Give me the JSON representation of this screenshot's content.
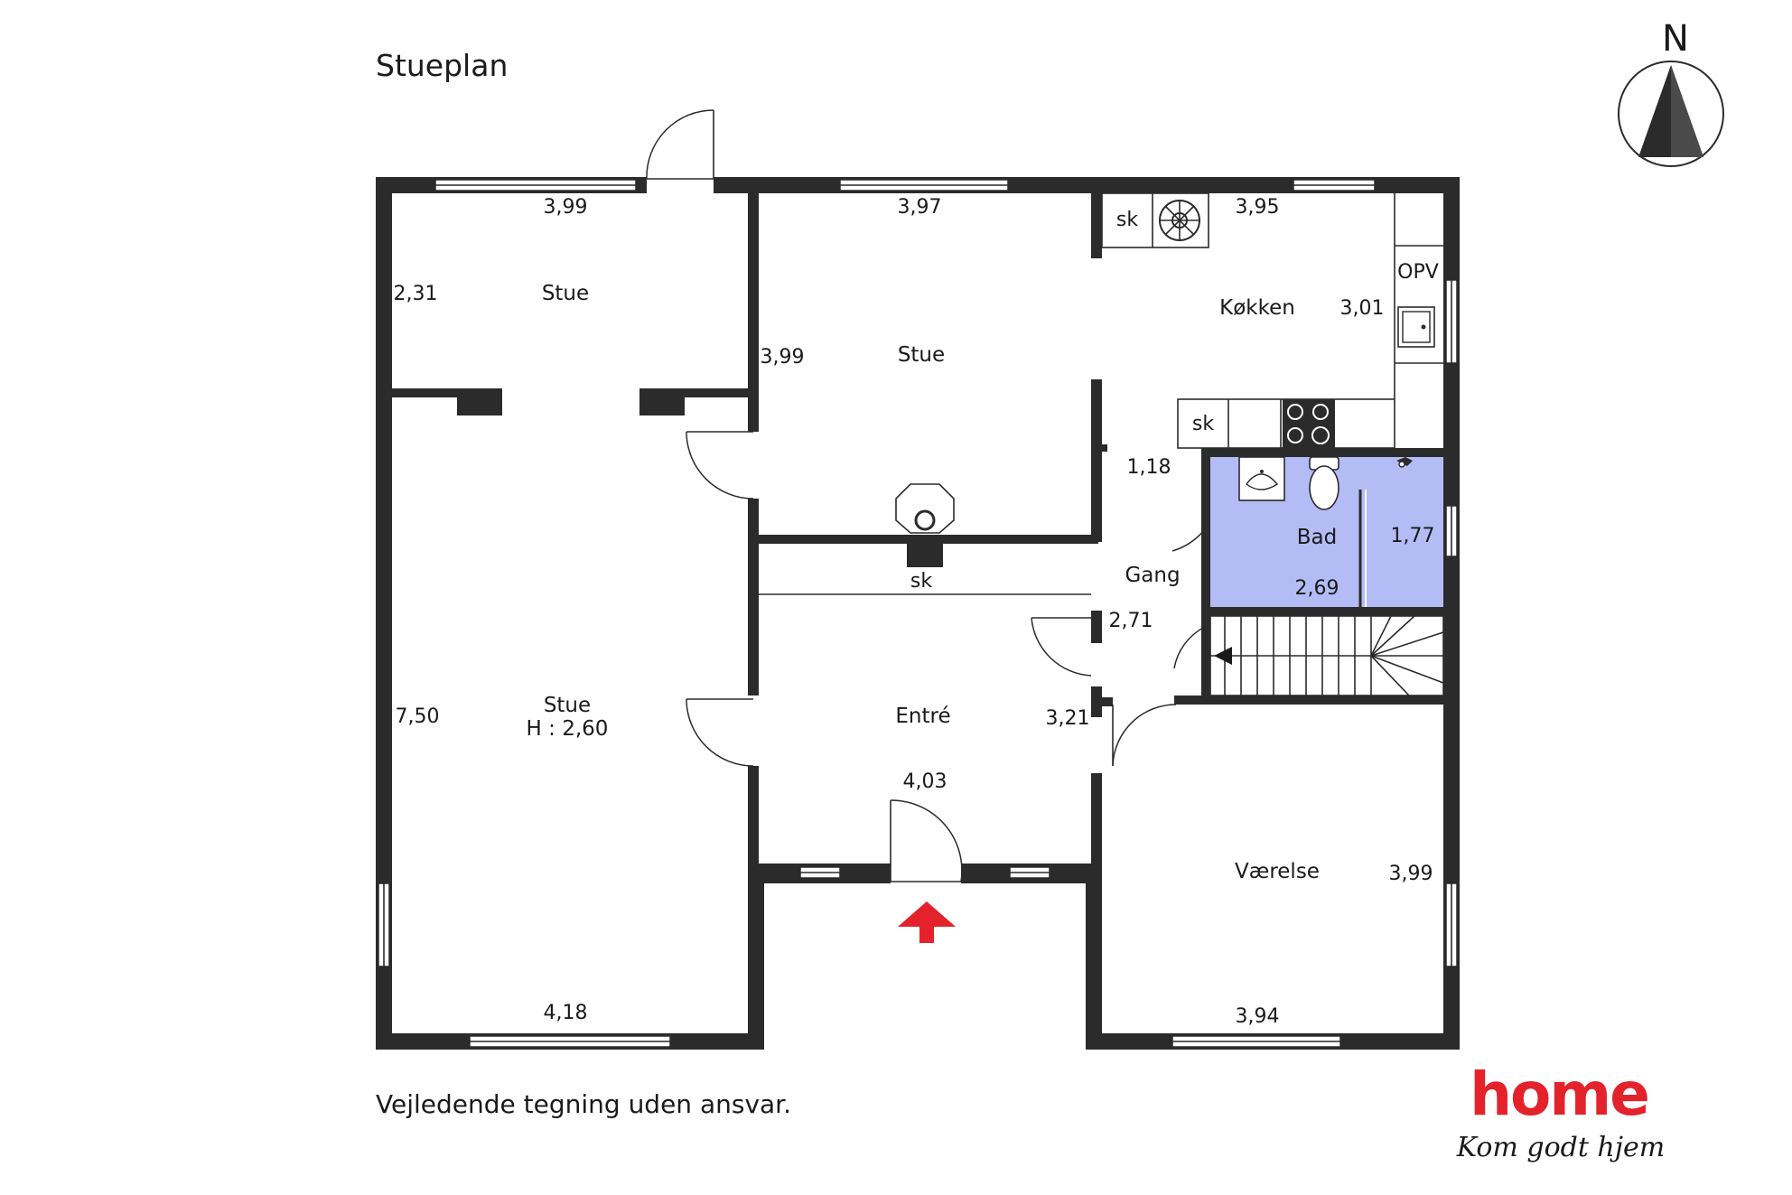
{
  "plan": {
    "title": "Stueplan",
    "disclaimer": "Vejledende tegning uden ansvar.",
    "north_label": "N"
  },
  "rooms": {
    "stue_top": "Stue",
    "stue_middle": "Stue",
    "stue_big": "Stue",
    "stue_big_height": "H : 2,60",
    "koekken": "Køkken",
    "bad": "Bad",
    "gang": "Gang",
    "entre": "Entré",
    "vaerelse": "Værelse"
  },
  "labels": {
    "sk_kitchen_top": "sk",
    "sk_kitchen_bottom": "sk",
    "sk_hall": "sk",
    "opv": "OPV"
  },
  "dimensions": {
    "stue_top_width": "3,99",
    "stue_top_depth": "2,31",
    "stue_mid_width": "3,97",
    "stue_mid_depth": "3,99",
    "koekken_width": "3,95",
    "koekken_depth": "3,01",
    "gang_width": "1,18",
    "gang_length": "2,71",
    "bad_depth": "1,77",
    "bad_width": "2,69",
    "stue_big_depth": "7,50",
    "stue_big_width": "4,18",
    "entre_depth": "3,21",
    "entre_width": "4,03",
    "vaerelse_depth": "3,99",
    "vaerelse_width": "3,94"
  },
  "logo": {
    "brand": "home",
    "tagline": "Kom godt hjem"
  },
  "colors": {
    "wall": "#2b2b2b",
    "bath": "#b3bcf5",
    "entrance_arrow": "#e3222b",
    "logo_red": "#e3222b"
  }
}
